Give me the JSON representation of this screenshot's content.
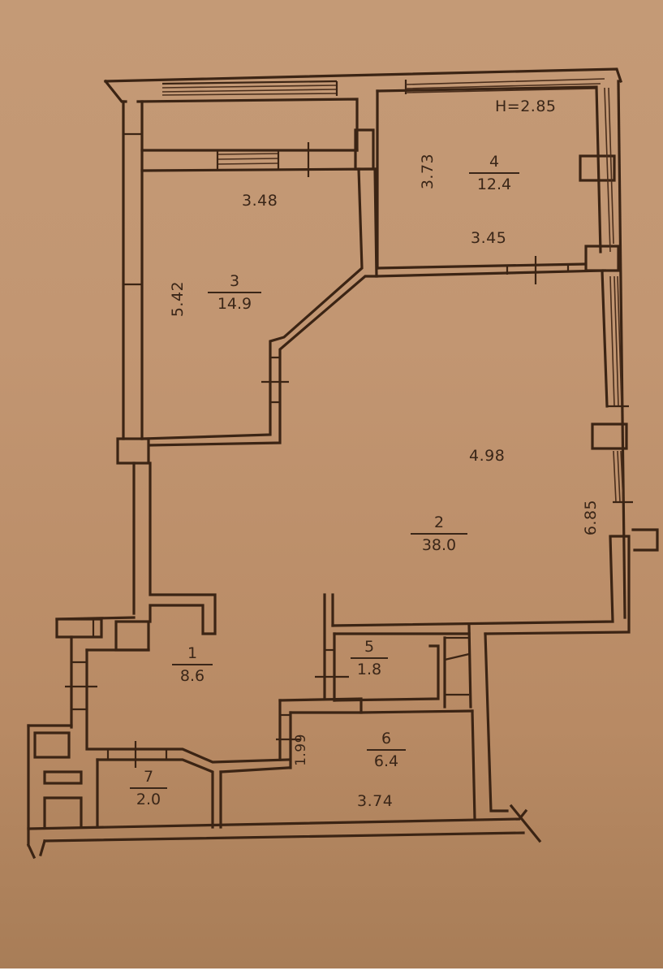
{
  "plan": {
    "ceiling_height": "H=2.85",
    "colors": {
      "paper": "#c49a76",
      "ink": "#3b2414"
    },
    "rooms": [
      {
        "id": "1",
        "number": "1",
        "area": "8.6"
      },
      {
        "id": "2",
        "number": "2",
        "area": "38.0"
      },
      {
        "id": "3",
        "number": "3",
        "area": "14.9"
      },
      {
        "id": "4",
        "number": "4",
        "area": "12.4"
      },
      {
        "id": "5",
        "number": "5",
        "area": "1.8"
      },
      {
        "id": "6",
        "number": "6",
        "area": "6.4"
      },
      {
        "id": "7",
        "number": "7",
        "area": "2.0"
      }
    ],
    "dimensions": {
      "room3_width": "3.48",
      "room3_length": "5.42",
      "room4_length": "3.73",
      "room4_width": "3.45",
      "room2_width": "4.98",
      "room2_length": "6.85",
      "room6_length": "1.99",
      "room6_width": "3.74"
    }
  }
}
